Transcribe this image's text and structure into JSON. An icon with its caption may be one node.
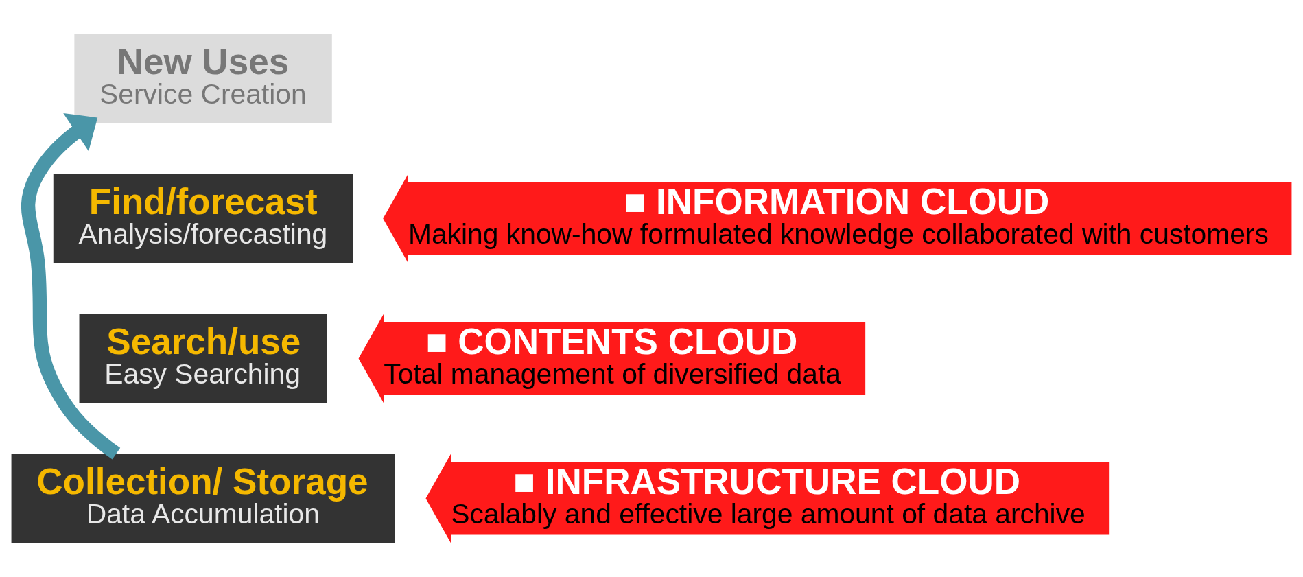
{
  "diagram": {
    "nodes": [
      {
        "text": [
          "New Uses",
          "Service Creation"
        ]
      },
      {
        "text": [
          "Find/forecast",
          "Analysis/forecasting"
        ]
      },
      {
        "text": [
          "■ INFORMATION CLOUD",
          "Making know-how formulated knowledge collaborated with customers"
        ]
      },
      {
        "text": [
          "Search/use",
          "Easy Searching"
        ]
      },
      {
        "text": [
          "■ CONTENTS CLOUD",
          "Total management of diversified data"
        ]
      },
      {
        "text": [
          "Collection/ Storage",
          "Data Accumulation"
        ]
      },
      {
        "text": [
          "■ INFRASTRUCTURE CLOUD",
          "Scalably and effective large amount of data archive"
        ]
      }
    ],
    "edges": [
      {
        "from": 5,
        "to": 0,
        "arrow": "to"
      }
    ]
  }
}
